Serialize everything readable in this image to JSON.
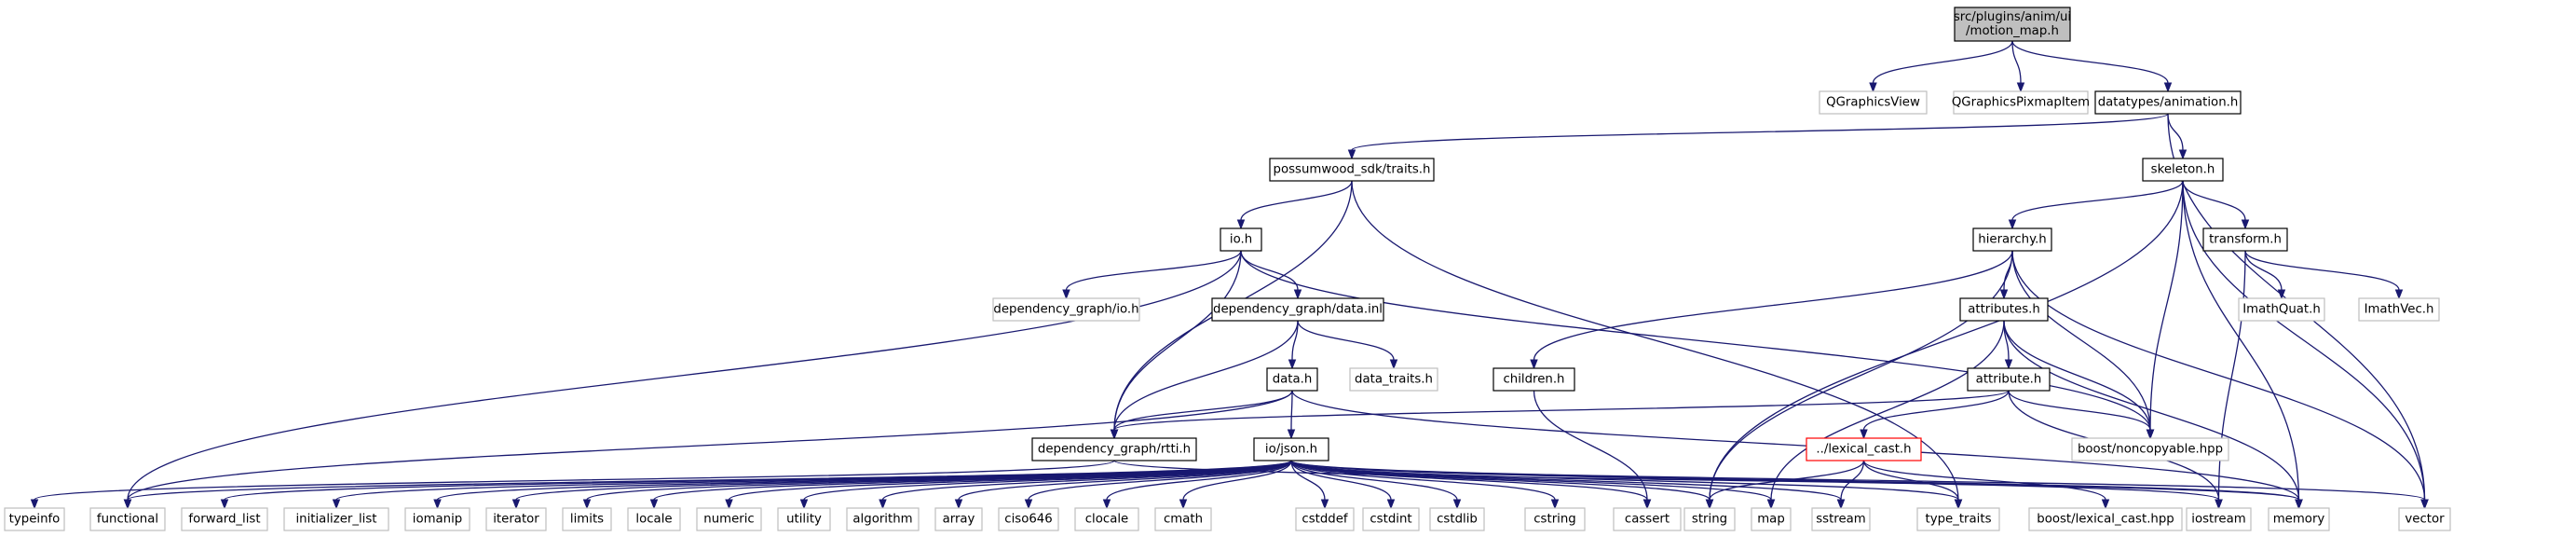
{
  "graph_title": "src/plugins/anim/ui/motion_map.h",
  "nodes": [
    {
      "id": "root",
      "lines": [
        "src/plugins/anim/ui",
        "/motion_map.h"
      ],
      "style": "root"
    },
    {
      "id": "qgraphicsview",
      "lines": [
        "QGraphicsView"
      ],
      "style": "external"
    },
    {
      "id": "qgraphicspixmapitem",
      "lines": [
        "QGraphicsPixmapItem"
      ],
      "style": "external"
    },
    {
      "id": "animation",
      "lines": [
        "datatypes/animation.h"
      ],
      "style": "normal"
    },
    {
      "id": "traits",
      "lines": [
        "possumwood_sdk/traits.h"
      ],
      "style": "normal"
    },
    {
      "id": "skeleton",
      "lines": [
        "skeleton.h"
      ],
      "style": "normal"
    },
    {
      "id": "io",
      "lines": [
        "io.h"
      ],
      "style": "normal"
    },
    {
      "id": "hierarchy",
      "lines": [
        "hierarchy.h"
      ],
      "style": "normal"
    },
    {
      "id": "transform",
      "lines": [
        "transform.h"
      ],
      "style": "normal"
    },
    {
      "id": "dg_io",
      "lines": [
        "dependency_graph/io.h"
      ],
      "style": "external"
    },
    {
      "id": "dg_data_inl",
      "lines": [
        "dependency_graph/data.inl"
      ],
      "style": "normal"
    },
    {
      "id": "attributes",
      "lines": [
        "attributes.h"
      ],
      "style": "normal"
    },
    {
      "id": "imathquat",
      "lines": [
        "ImathQuat.h"
      ],
      "style": "external"
    },
    {
      "id": "imathvec",
      "lines": [
        "ImathVec.h"
      ],
      "style": "external"
    },
    {
      "id": "data_traits",
      "lines": [
        "data_traits.h"
      ],
      "style": "external"
    },
    {
      "id": "data",
      "lines": [
        "data.h"
      ],
      "style": "normal"
    },
    {
      "id": "children",
      "lines": [
        "children.h"
      ],
      "style": "normal"
    },
    {
      "id": "attribute",
      "lines": [
        "attribute.h"
      ],
      "style": "normal"
    },
    {
      "id": "rtti",
      "lines": [
        "dependency_graph/rtti.h"
      ],
      "style": "normal"
    },
    {
      "id": "json",
      "lines": [
        "io/json.h"
      ],
      "style": "normal"
    },
    {
      "id": "lexical_cast",
      "lines": [
        "../lexical_cast.h"
      ],
      "style": "missing"
    },
    {
      "id": "noncopyable",
      "lines": [
        "boost/noncopyable.hpp"
      ],
      "style": "external"
    },
    {
      "id": "typeinfo",
      "lines": [
        "typeinfo"
      ],
      "style": "external"
    },
    {
      "id": "functional",
      "lines": [
        "functional"
      ],
      "style": "external"
    },
    {
      "id": "forward_list",
      "lines": [
        "forward_list"
      ],
      "style": "external"
    },
    {
      "id": "initializer_list",
      "lines": [
        "initializer_list"
      ],
      "style": "external"
    },
    {
      "id": "iomanip",
      "lines": [
        "iomanip"
      ],
      "style": "external"
    },
    {
      "id": "iterator",
      "lines": [
        "iterator"
      ],
      "style": "external"
    },
    {
      "id": "limits",
      "lines": [
        "limits"
      ],
      "style": "external"
    },
    {
      "id": "locale",
      "lines": [
        "locale"
      ],
      "style": "external"
    },
    {
      "id": "numeric",
      "lines": [
        "numeric"
      ],
      "style": "external"
    },
    {
      "id": "utility",
      "lines": [
        "utility"
      ],
      "style": "external"
    },
    {
      "id": "algorithm",
      "lines": [
        "algorithm"
      ],
      "style": "external"
    },
    {
      "id": "array",
      "lines": [
        "array"
      ],
      "style": "external"
    },
    {
      "id": "ciso646",
      "lines": [
        "ciso646"
      ],
      "style": "external"
    },
    {
      "id": "clocale",
      "lines": [
        "clocale"
      ],
      "style": "external"
    },
    {
      "id": "cmath",
      "lines": [
        "cmath"
      ],
      "style": "external"
    },
    {
      "id": "cstddef",
      "lines": [
        "cstddef"
      ],
      "style": "external"
    },
    {
      "id": "cstdint",
      "lines": [
        "cstdint"
      ],
      "style": "external"
    },
    {
      "id": "cstdlib",
      "lines": [
        "cstdlib"
      ],
      "style": "external"
    },
    {
      "id": "cstring",
      "lines": [
        "cstring"
      ],
      "style": "external"
    },
    {
      "id": "cassert",
      "lines": [
        "cassert"
      ],
      "style": "external"
    },
    {
      "id": "string",
      "lines": [
        "string"
      ],
      "style": "external"
    },
    {
      "id": "map",
      "lines": [
        "map"
      ],
      "style": "external"
    },
    {
      "id": "sstream",
      "lines": [
        "sstream"
      ],
      "style": "external"
    },
    {
      "id": "type_traits",
      "lines": [
        "type_traits"
      ],
      "style": "external"
    },
    {
      "id": "boost_lexical_cast",
      "lines": [
        "boost/lexical_cast.hpp"
      ],
      "style": "external"
    },
    {
      "id": "iostream",
      "lines": [
        "iostream"
      ],
      "style": "external"
    },
    {
      "id": "memory",
      "lines": [
        "memory"
      ],
      "style": "external"
    },
    {
      "id": "vector",
      "lines": [
        "vector"
      ],
      "style": "external"
    }
  ],
  "edges": [
    [
      "root",
      "qgraphicsview"
    ],
    [
      "root",
      "qgraphicspixmapitem"
    ],
    [
      "root",
      "animation"
    ],
    [
      "animation",
      "traits"
    ],
    [
      "animation",
      "skeleton"
    ],
    [
      "animation",
      "vector"
    ],
    [
      "traits",
      "io"
    ],
    [
      "traits",
      "rtti"
    ],
    [
      "traits",
      "type_traits"
    ],
    [
      "skeleton",
      "hierarchy"
    ],
    [
      "skeleton",
      "transform"
    ],
    [
      "skeleton",
      "string"
    ],
    [
      "skeleton",
      "noncopyable"
    ],
    [
      "skeleton",
      "memory"
    ],
    [
      "skeleton",
      "vector"
    ],
    [
      "io",
      "dg_io"
    ],
    [
      "io",
      "dg_data_inl"
    ],
    [
      "io",
      "rtti"
    ],
    [
      "io",
      "functional"
    ],
    [
      "io",
      "noncopyable"
    ],
    [
      "dg_data_inl",
      "data"
    ],
    [
      "dg_data_inl",
      "data_traits"
    ],
    [
      "dg_data_inl",
      "rtti"
    ],
    [
      "data",
      "json"
    ],
    [
      "data",
      "rtti"
    ],
    [
      "data",
      "functional"
    ],
    [
      "data",
      "memory"
    ],
    [
      "hierarchy",
      "attributes"
    ],
    [
      "hierarchy",
      "children"
    ],
    [
      "hierarchy",
      "string"
    ],
    [
      "hierarchy",
      "noncopyable"
    ],
    [
      "hierarchy",
      "vector"
    ],
    [
      "transform",
      "imathquat"
    ],
    [
      "transform",
      "imathvec"
    ],
    [
      "transform",
      "iostream"
    ],
    [
      "attributes",
      "attribute"
    ],
    [
      "attributes",
      "map"
    ],
    [
      "attributes",
      "noncopyable"
    ],
    [
      "attributes",
      "memory"
    ],
    [
      "attribute",
      "lexical_cast"
    ],
    [
      "attribute",
      "rtti"
    ],
    [
      "attribute",
      "noncopyable"
    ],
    [
      "attribute",
      "iostream"
    ],
    [
      "children",
      "cassert"
    ],
    [
      "rtti",
      "typeinfo"
    ],
    [
      "rtti",
      "memory"
    ],
    [
      "lexical_cast",
      "string"
    ],
    [
      "lexical_cast",
      "sstream"
    ],
    [
      "lexical_cast",
      "type_traits"
    ],
    [
      "lexical_cast",
      "boost_lexical_cast"
    ],
    [
      "json",
      "functional"
    ],
    [
      "json",
      "forward_list"
    ],
    [
      "json",
      "initializer_list"
    ],
    [
      "json",
      "iomanip"
    ],
    [
      "json",
      "iterator"
    ],
    [
      "json",
      "limits"
    ],
    [
      "json",
      "locale"
    ],
    [
      "json",
      "numeric"
    ],
    [
      "json",
      "utility"
    ],
    [
      "json",
      "algorithm"
    ],
    [
      "json",
      "array"
    ],
    [
      "json",
      "ciso646"
    ],
    [
      "json",
      "clocale"
    ],
    [
      "json",
      "cmath"
    ],
    [
      "json",
      "cstddef"
    ],
    [
      "json",
      "cstdint"
    ],
    [
      "json",
      "cstdlib"
    ],
    [
      "json",
      "cstring"
    ],
    [
      "json",
      "cassert"
    ],
    [
      "json",
      "string"
    ],
    [
      "json",
      "map"
    ],
    [
      "json",
      "sstream"
    ],
    [
      "json",
      "type_traits"
    ],
    [
      "json",
      "iostream"
    ],
    [
      "json",
      "memory"
    ],
    [
      "json",
      "vector"
    ]
  ],
  "colors": {
    "edge": "#191970",
    "normal_border": "#000000",
    "external_border": "#bfbfbf",
    "missing_border": "#ff0000",
    "root_fill": "#bfbfbf",
    "fill": "#ffffff",
    "text": "#000000"
  }
}
